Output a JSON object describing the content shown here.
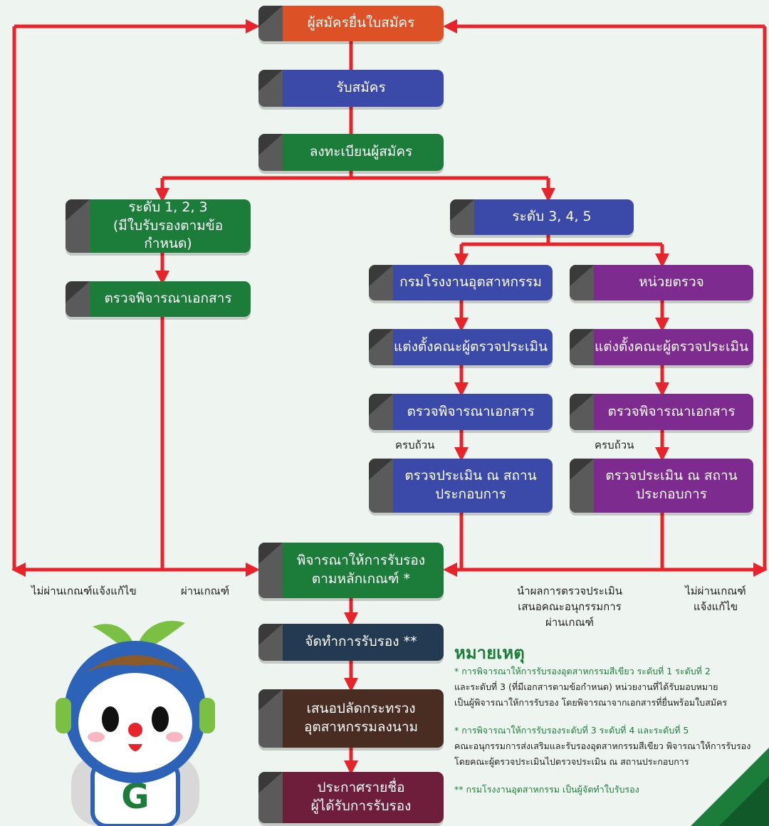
{
  "boxes": {
    "applicant": "ผู้สมัครยื่นใบสมัคร",
    "receive": "รับสมัคร",
    "register": "ลงทะเบียนผู้สมัคร",
    "level123": "ระดับ 1, 2, 3\n(มีใบรับรองตามข้อกำหนด)",
    "level345": "ระดับ 3, 4, 5",
    "doc_review_left": "ตรวจพิจารณาเอกสาร",
    "dept": "กรมโรงงานอุตสาหกรรม",
    "agency": "หน่วยตรวจ",
    "appoint_dept": "แต่งตั้งคณะผู้ตรวจประเมิน",
    "appoint_agency": "แต่งตั้งคณะผู้ตรวจประเมิน",
    "doc_review_dept": "ตรวจพิจารณาเอกสาร",
    "doc_review_agency": "ตรวจพิจารณาเอกสาร",
    "onsite_dept": "ตรวจประเมิน ณ สถาน\nประกอบการ",
    "onsite_agency": "ตรวจประเมิน ณ สถาน\nประกอบการ",
    "consider": "พิจารณาให้การรับรอง\nตามหลักเกณฑ์ *",
    "certify": "จัดทำการรับรอง **",
    "propose": "เสนอปลัดกระทรวง\nอุตสาหกรรมลงนาม",
    "announce": "ประกาศรายชื่อ\nผู้ได้รับการรับรอง"
  },
  "labels": {
    "complete_dept": "ครบถ้วน",
    "complete_agency": "ครบถ้วน",
    "fail_left": "ไม่ผ่านเกณฑ์แจ้งแก้ไข",
    "pass_left": "ผ่านเกณฑ์",
    "present_results": "นำผลการตรวจประเมิน\nเสนอคณะอนุกรรมการ\nผ่านเกณฑ์",
    "fail_right": "ไม่ผ่านเกณฑ์\nแจ้งแก้ไข"
  },
  "notes": {
    "title": "หมายเหตุ",
    "n1_green": "* การพิจารณาให้การรับรองอุตสาหกรรมสีเขียว ระดับที่ 1 ระดับที่ 2",
    "n1_rest": "และระดับที่ 3 (ที่มีเอกสารตามข้อกำหนด) หน่วยงานที่ได้รับมอบหมาย\nเป็นผู้พิจารณาให้การรับรอง โดยพิจารณาจากเอกสารที่ยื่นพร้อมใบสมัคร",
    "n2_green": "* การพิจารณาให้การรับรองระดับที่ 3 ระดับที่ 4 และระดับที่ 5",
    "n2_rest": "คณะอนุกรรมการส่งเสริมและรับรองอุตสาหกรรมสีเขียว พิจารณาให้การรับรอง\nโดยคณะผู้ตรวจประเมินไปตรวจประเมิน ณ สถานประกอบการ",
    "n3_green": "** กรมโรงงานอุตสาหกรรม เป็นผู้จัดทำใบรับรอง"
  },
  "mascot": {
    "shirt_letter": "G"
  },
  "colors": {
    "arrow": "#e8232b",
    "orange": "#dc5126",
    "blue": "#3b4aa8",
    "green": "#1c7d3b",
    "purple": "#7d2b8e"
  }
}
